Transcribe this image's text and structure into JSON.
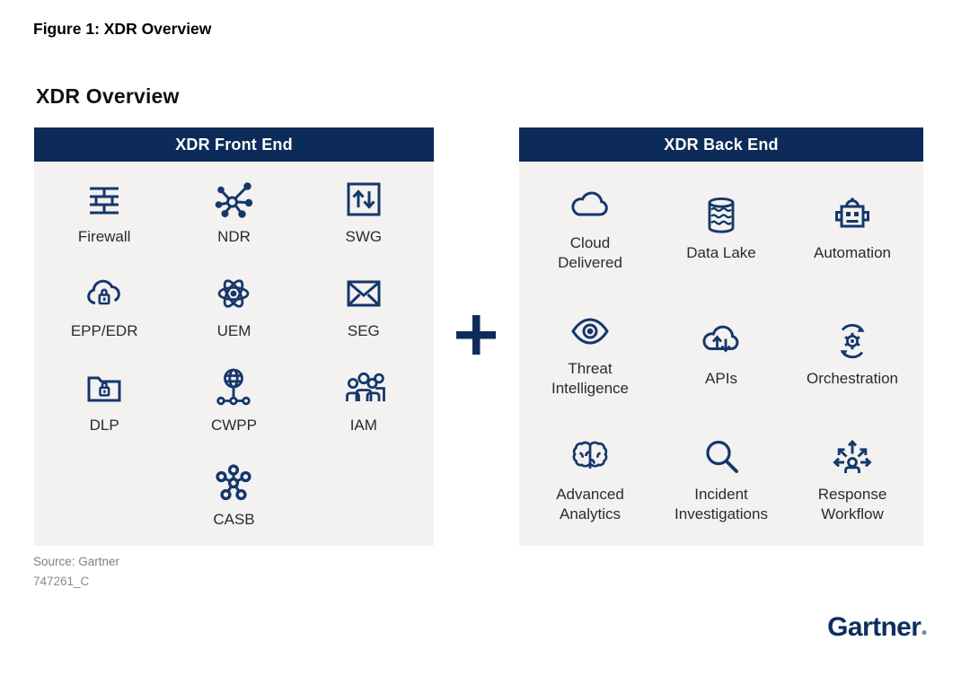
{
  "page": {
    "figure_label": "Figure 1: XDR Overview",
    "chart_title": "XDR Overview",
    "plus_sign": "+",
    "source_note": "Source: Gartner",
    "doc_id": "747261_C",
    "brand_logo": "Gartner"
  },
  "colors": {
    "header_navy": "#0c2b58",
    "icon_navy": "#15376a",
    "panel_bg": "#f3f2f1",
    "label_text": "#2b2b2b",
    "source_gray": "#7f7f7f",
    "logo_navy": "#0d2e5e"
  },
  "panels": [
    {
      "id": "front",
      "title": "XDR Front End",
      "items": [
        {
          "label": "Firewall",
          "icon": "firewall-icon"
        },
        {
          "label": "NDR",
          "icon": "network-hub-icon"
        },
        {
          "label": "SWG",
          "icon": "up-down-arrows-box-icon"
        },
        {
          "label": "EPP/EDR",
          "icon": "cloud-lock-icon"
        },
        {
          "label": "UEM",
          "icon": "atom-icon"
        },
        {
          "label": "SEG",
          "icon": "envelope-icon"
        },
        {
          "label": "DLP",
          "icon": "folder-lock-icon"
        },
        {
          "label": "CWPP",
          "icon": "globe-nodes-icon"
        },
        {
          "label": "IAM",
          "icon": "people-group-icon"
        },
        {
          "label": "CASB",
          "icon": "molecule-icon",
          "center": true
        }
      ]
    },
    {
      "id": "back",
      "title": "XDR Back End",
      "items": [
        {
          "label": [
            "Cloud",
            "Delivered"
          ],
          "icon": "cloud-icon"
        },
        {
          "label": "Data Lake",
          "icon": "data-lake-icon"
        },
        {
          "label": "Automation",
          "icon": "robot-icon"
        },
        {
          "label": [
            "Threat",
            "Intelligence"
          ],
          "icon": "eye-icon"
        },
        {
          "label": "APIs",
          "icon": "cloud-arrows-icon"
        },
        {
          "label": "Orchestration",
          "icon": "gear-cycle-icon"
        },
        {
          "label": [
            "Advanced",
            "Analytics"
          ],
          "icon": "brain-icon"
        },
        {
          "label": [
            "Incident",
            "Investigations"
          ],
          "icon": "magnifier-icon"
        },
        {
          "label": [
            "Response",
            "Workflow"
          ],
          "icon": "person-arrows-icon"
        }
      ]
    }
  ]
}
